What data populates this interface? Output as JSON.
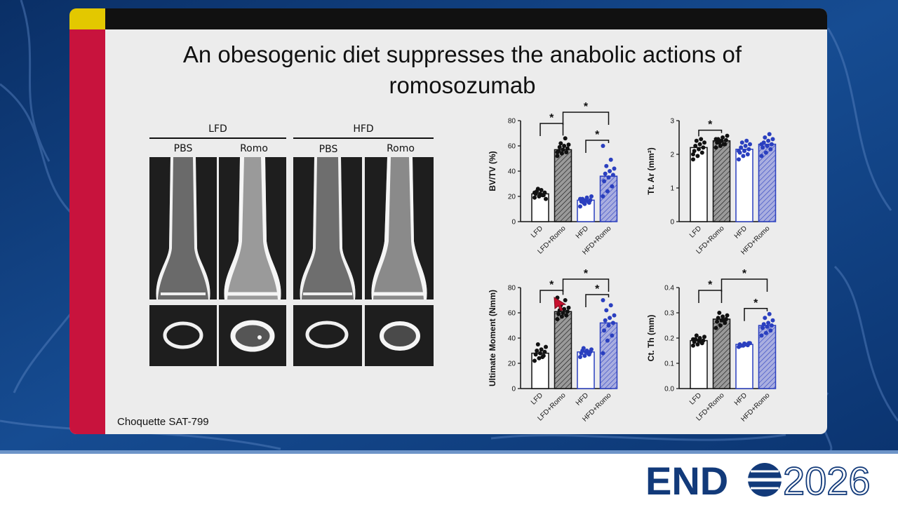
{
  "slide": {
    "title": "An obesogenic diet suppresses the anabolic actions of\nromosozumab",
    "citation": "Choquette SAT-799"
  },
  "images": {
    "groups": [
      "LFD",
      "HFD"
    ],
    "conditions": [
      "PBS",
      "Romo",
      "PBS",
      "Romo"
    ]
  },
  "colors": {
    "lfd_points": "#111111",
    "hfd_points": "#2a3fbf",
    "lfd_romo_fill": "#9a9a9a",
    "hfd_romo_fill": "#a9aee0",
    "slide_accent_red": "#c8133d",
    "slide_accent_yellow": "#e3c800",
    "background_blue": "#0d3b7a"
  },
  "chart_data": [
    {
      "type": "bar",
      "ylabel": "BV/TV (%)",
      "categories": [
        "LFD",
        "LFD+Romo",
        "HFD",
        "HFD+Romo"
      ],
      "values": [
        22,
        57,
        17,
        36
      ],
      "ylim": [
        0,
        80
      ],
      "yticks": [
        "0",
        "20",
        "40",
        "60",
        "80"
      ],
      "points": [
        [
          19,
          20,
          21,
          22,
          22,
          23,
          24,
          25,
          18,
          26,
          21,
          23
        ],
        [
          52,
          54,
          55,
          56,
          57,
          58,
          59,
          60,
          61,
          62,
          66,
          55
        ],
        [
          12,
          14,
          15,
          16,
          17,
          17,
          18,
          19,
          20,
          15,
          16,
          18
        ],
        [
          20,
          24,
          28,
          32,
          35,
          37,
          38,
          40,
          42,
          44,
          49,
          60
        ]
      ],
      "significance": [
        {
          "pair": [
            0,
            1
          ],
          "label": "*"
        },
        {
          "pair": [
            2,
            3
          ],
          "label": "*"
        },
        {
          "pair": [
            1,
            3
          ],
          "label": "*"
        }
      ]
    },
    {
      "type": "bar",
      "ylabel": "Tt. Ar (mm²)",
      "categories": [
        "LFD",
        "LFD+Romo",
        "HFD",
        "HFD+Romo"
      ],
      "values": [
        2.2,
        2.4,
        2.15,
        2.3
      ],
      "ylim": [
        0,
        3
      ],
      "yticks": [
        "0",
        "1",
        "2",
        "3"
      ],
      "points": [
        [
          1.85,
          1.95,
          2.05,
          2.1,
          2.15,
          2.2,
          2.25,
          2.3,
          2.35,
          2.4,
          2.45,
          2.0
        ],
        [
          2.2,
          2.25,
          2.3,
          2.35,
          2.4,
          2.42,
          2.45,
          2.5,
          2.55,
          2.35,
          2.3,
          2.45
        ],
        [
          1.85,
          1.95,
          2.0,
          2.05,
          2.1,
          2.15,
          2.2,
          2.25,
          2.3,
          2.35,
          2.4,
          2.1
        ],
        [
          1.95,
          2.05,
          2.15,
          2.2,
          2.25,
          2.3,
          2.35,
          2.4,
          2.45,
          2.5,
          2.6,
          2.3
        ]
      ],
      "significance": [
        {
          "pair": [
            0,
            1
          ],
          "label": "*"
        }
      ]
    },
    {
      "type": "bar",
      "ylabel": "Ultimate Moment (Nmm)",
      "categories": [
        "LFD",
        "LFD+Romo",
        "HFD",
        "HFD+Romo"
      ],
      "values": [
        28,
        61,
        29,
        52
      ],
      "ylim": [
        0,
        80
      ],
      "yticks": [
        "0",
        "20",
        "40",
        "60",
        "80"
      ],
      "points": [
        [
          22,
          24,
          26,
          27,
          28,
          29,
          30,
          31,
          33,
          35,
          25
        ],
        [
          55,
          57,
          58,
          59,
          60,
          61,
          62,
          63,
          64,
          66,
          70,
          72
        ],
        [
          25,
          26,
          27,
          28,
          29,
          29,
          30,
          30,
          31,
          32,
          28
        ],
        [
          28,
          38,
          42,
          46,
          50,
          52,
          54,
          56,
          58,
          62,
          66,
          70
        ]
      ],
      "significance": [
        {
          "pair": [
            0,
            1
          ],
          "label": "*"
        },
        {
          "pair": [
            2,
            3
          ],
          "label": "*"
        },
        {
          "pair": [
            1,
            3
          ],
          "label": "*"
        }
      ]
    },
    {
      "type": "bar",
      "ylabel": "Ct. Th (mm)",
      "categories": [
        "LFD",
        "LFD+Romo",
        "HFD",
        "HFD+Romo"
      ],
      "values": [
        0.19,
        0.275,
        0.175,
        0.25
      ],
      "ylim": [
        0,
        0.4
      ],
      "yticks": [
        "0.0",
        "0.1",
        "0.2",
        "0.3",
        "0.4"
      ],
      "points": [
        [
          0.17,
          0.175,
          0.18,
          0.185,
          0.19,
          0.19,
          0.195,
          0.2,
          0.205,
          0.21,
          0.185,
          0.195
        ],
        [
          0.24,
          0.25,
          0.26,
          0.265,
          0.27,
          0.275,
          0.28,
          0.285,
          0.29,
          0.3,
          0.27
        ],
        [
          0.165,
          0.17,
          0.172,
          0.175,
          0.178,
          0.18,
          0.17,
          0.175,
          0.18
        ],
        [
          0.21,
          0.22,
          0.23,
          0.24,
          0.245,
          0.25,
          0.255,
          0.26,
          0.27,
          0.28,
          0.295
        ]
      ],
      "significance": [
        {
          "pair": [
            0,
            1
          ],
          "label": "*"
        },
        {
          "pair": [
            2,
            3
          ],
          "label": "*"
        },
        {
          "pair": [
            1,
            3
          ],
          "label": "*"
        }
      ]
    }
  ],
  "footer": {
    "logo_text_left": "END",
    "logo_text_right": "2026"
  }
}
